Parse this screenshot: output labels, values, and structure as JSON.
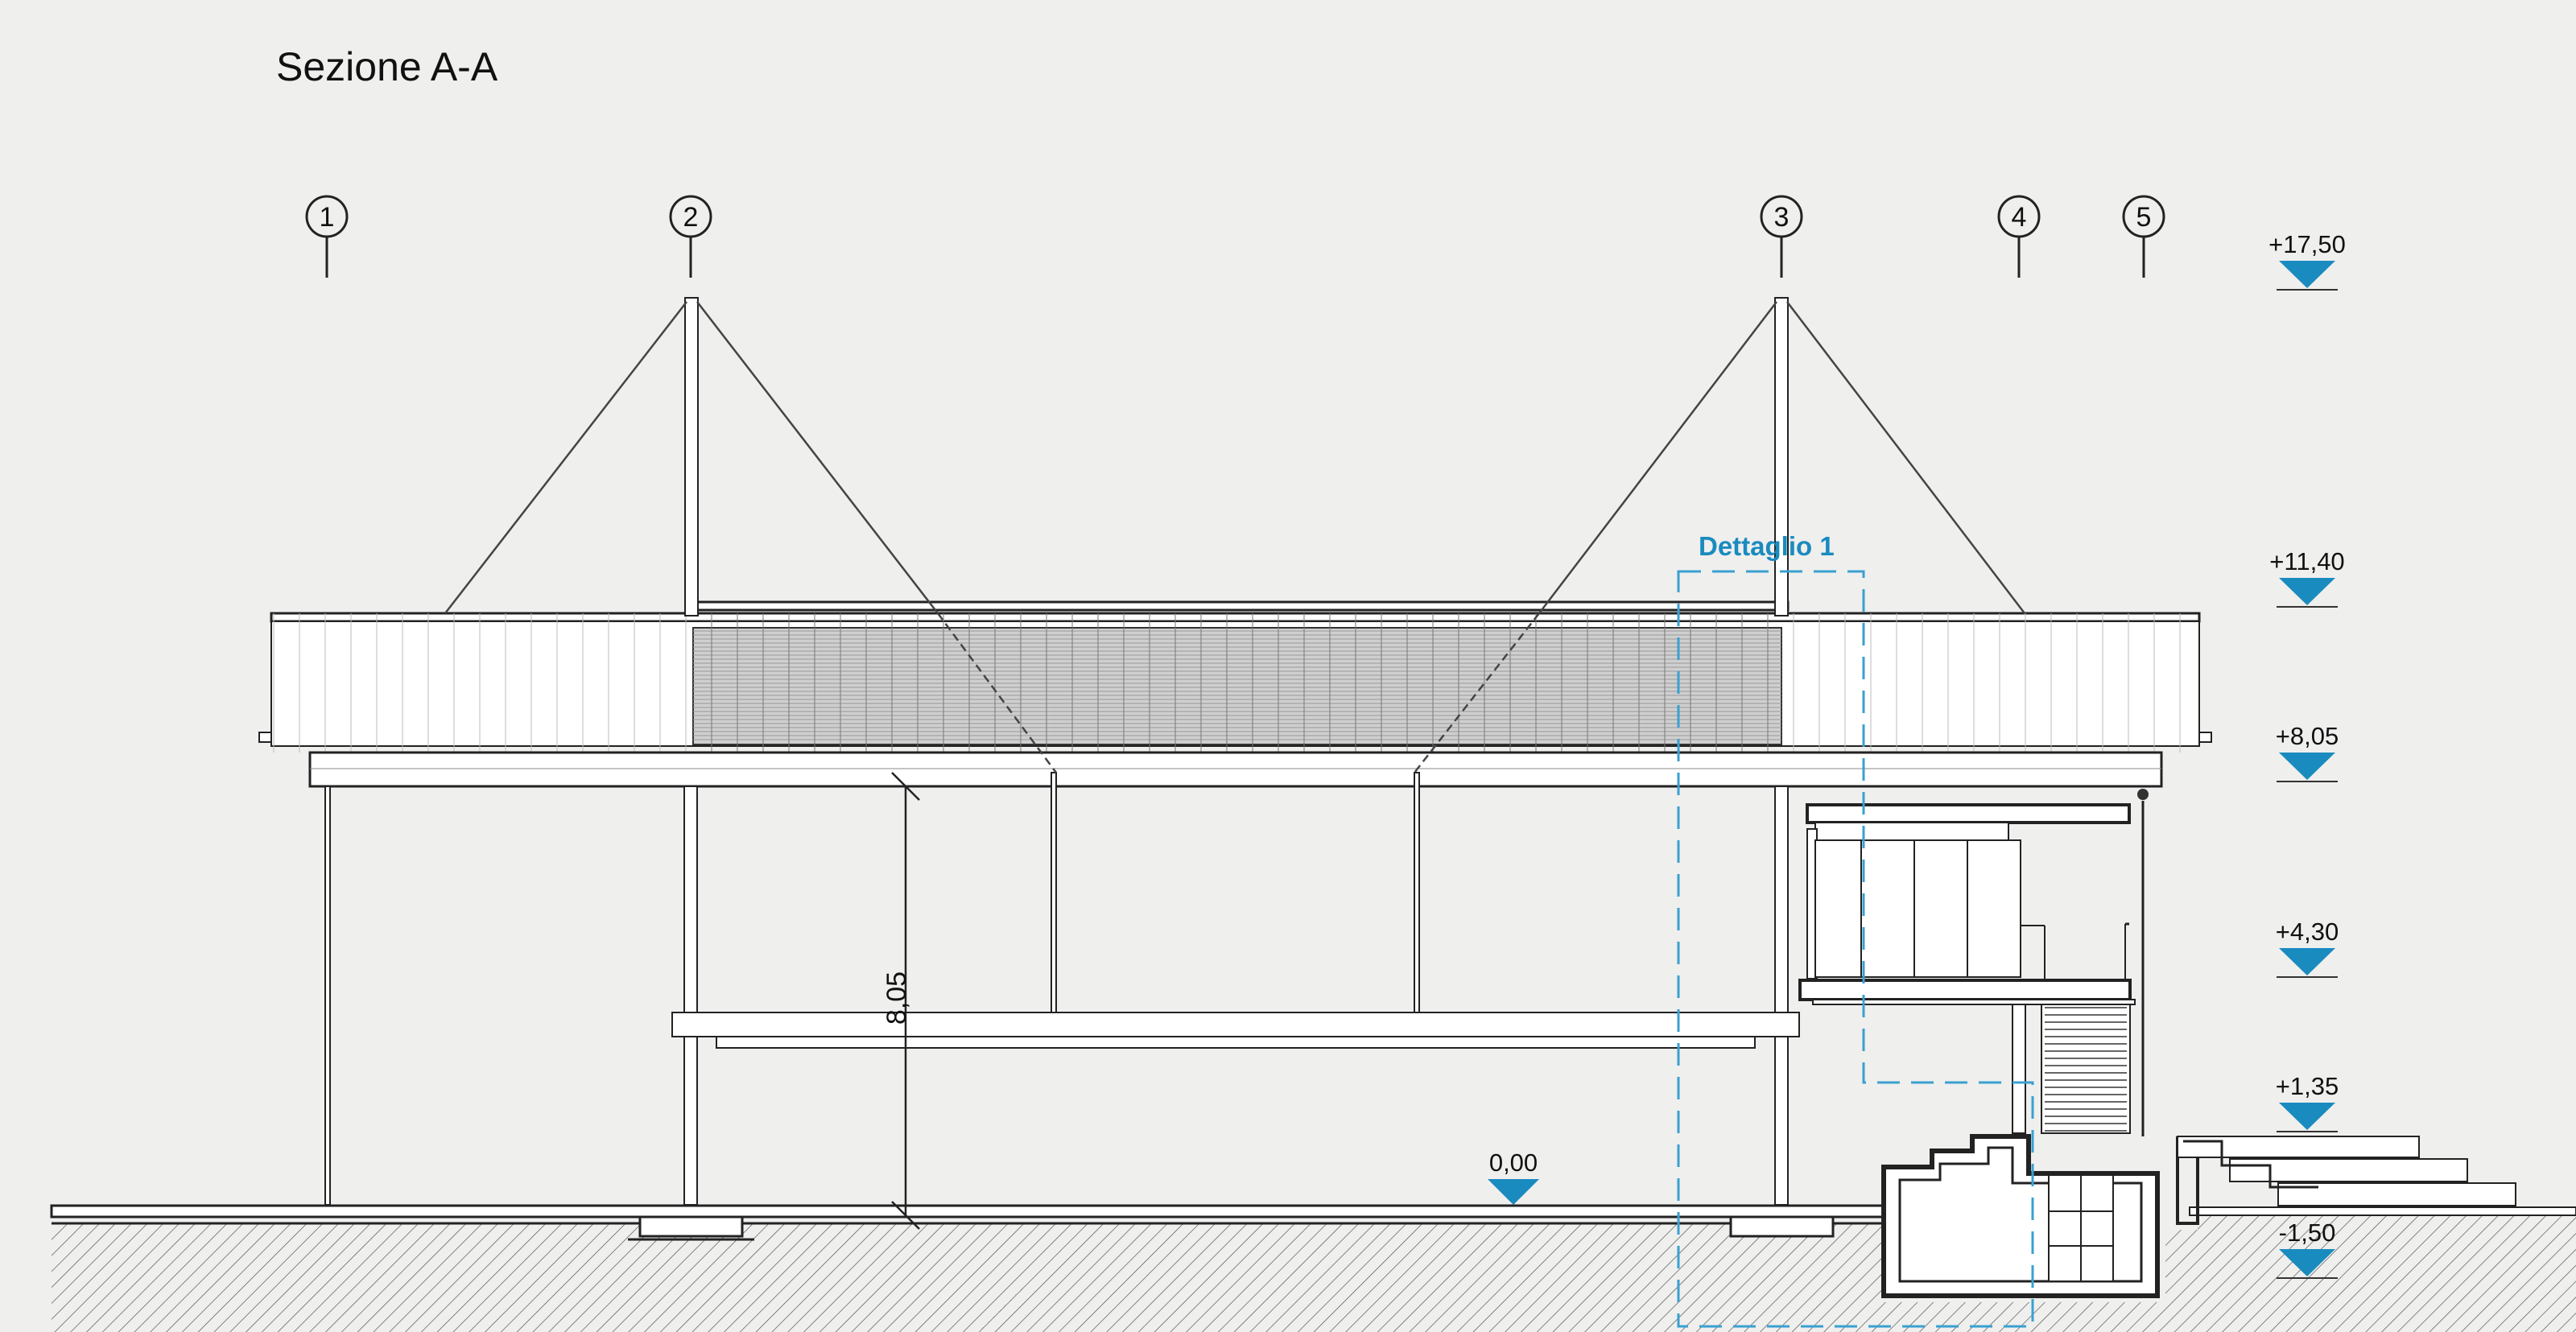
{
  "title": "Sezione A-A",
  "grid_axes": [
    "1",
    "2",
    "3",
    "4",
    "5"
  ],
  "levels": [
    "+17,50",
    "+11,40",
    "+8,05",
    "+4,30",
    "+1,35",
    "-1,50"
  ],
  "ground_level": "0,00",
  "dimension": "8,05",
  "detail": {
    "label": "Dettaglio 1"
  },
  "colors": {
    "accent": "#1a8bbf",
    "line": "#222222",
    "background": "#efefee"
  }
}
